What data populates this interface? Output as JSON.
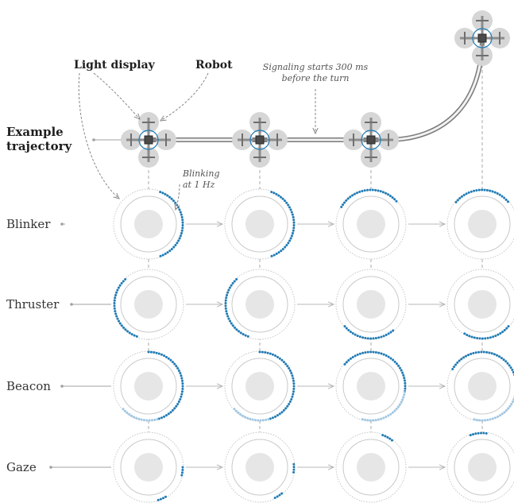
{
  "annotations": {
    "light_display": "Light display",
    "robot": "Robot",
    "signaling_line1": "Signaling starts 300 ms",
    "signaling_line2": "before the turn",
    "blinking_line1": "Blinking",
    "blinking_line2": "at 1 Hz"
  },
  "trajectory": {
    "label_line1": "Example",
    "label_line2": "trajectory"
  },
  "colors": {
    "accent": "#1f7bb6",
    "accent_light": "#9fc7e3",
    "ring": "#c9c9c9",
    "disc": "#e6e6e6",
    "guide": "#a0a0a0",
    "arrow": "#b8b8b8",
    "robot_body": "#8c8c8c",
    "robot_disc": "#d6d6d6"
  },
  "rows": [
    {
      "label": "Blinker",
      "frames": [
        {
          "arcs": [
            {
              "from": 20,
              "to": 160,
              "style": "solid"
            }
          ]
        },
        {
          "arcs": [
            {
              "from": 20,
              "to": 160,
              "style": "solid"
            }
          ]
        },
        {
          "arcs": [
            {
              "from": -60,
              "to": 50,
              "style": "solid"
            }
          ]
        },
        {
          "arcs": [
            {
              "from": -50,
              "to": 50,
              "style": "solid"
            }
          ]
        }
      ]
    },
    {
      "label": "Thruster",
      "frames": [
        {
          "arcs": [
            {
              "from": 200,
              "to": 320,
              "style": "solid"
            }
          ]
        },
        {
          "arcs": [
            {
              "from": 200,
              "to": 320,
              "style": "solid"
            }
          ]
        },
        {
          "arcs": [
            {
              "from": 140,
              "to": 230,
              "style": "solid"
            }
          ]
        },
        {
          "arcs": [
            {
              "from": 130,
              "to": 215,
              "style": "solid"
            }
          ]
        }
      ]
    },
    {
      "label": "Beacon",
      "frames": [
        {
          "arcs": [
            {
              "from": 0,
              "to": 165,
              "style": "solid"
            },
            {
              "from": 165,
              "to": 230,
              "style": "light"
            }
          ]
        },
        {
          "arcs": [
            {
              "from": 0,
              "to": 165,
              "style": "solid"
            },
            {
              "from": 165,
              "to": 230,
              "style": "light"
            }
          ]
        },
        {
          "arcs": [
            {
              "from": -50,
              "to": 100,
              "style": "solid"
            },
            {
              "from": 100,
              "to": 195,
              "style": "light"
            }
          ]
        },
        {
          "arcs": [
            {
              "from": -60,
              "to": 90,
              "style": "solid"
            },
            {
              "from": 90,
              "to": 195,
              "style": "light"
            }
          ]
        }
      ]
    },
    {
      "label": "Gaze",
      "frames": [
        {
          "arcs": [
            {
              "from": 150,
              "to": 165,
              "style": "solid"
            },
            {
              "from": 90,
              "to": 105,
              "style": "solid"
            }
          ]
        },
        {
          "arcs": [
            {
              "from": 140,
              "to": 155,
              "style": "solid"
            },
            {
              "from": 85,
              "to": 100,
              "style": "solid"
            }
          ]
        },
        {
          "arcs": [
            {
              "from": 20,
              "to": 40,
              "style": "solid"
            }
          ]
        },
        {
          "arcs": [
            {
              "from": -20,
              "to": 10,
              "style": "solid"
            }
          ]
        }
      ]
    }
  ]
}
